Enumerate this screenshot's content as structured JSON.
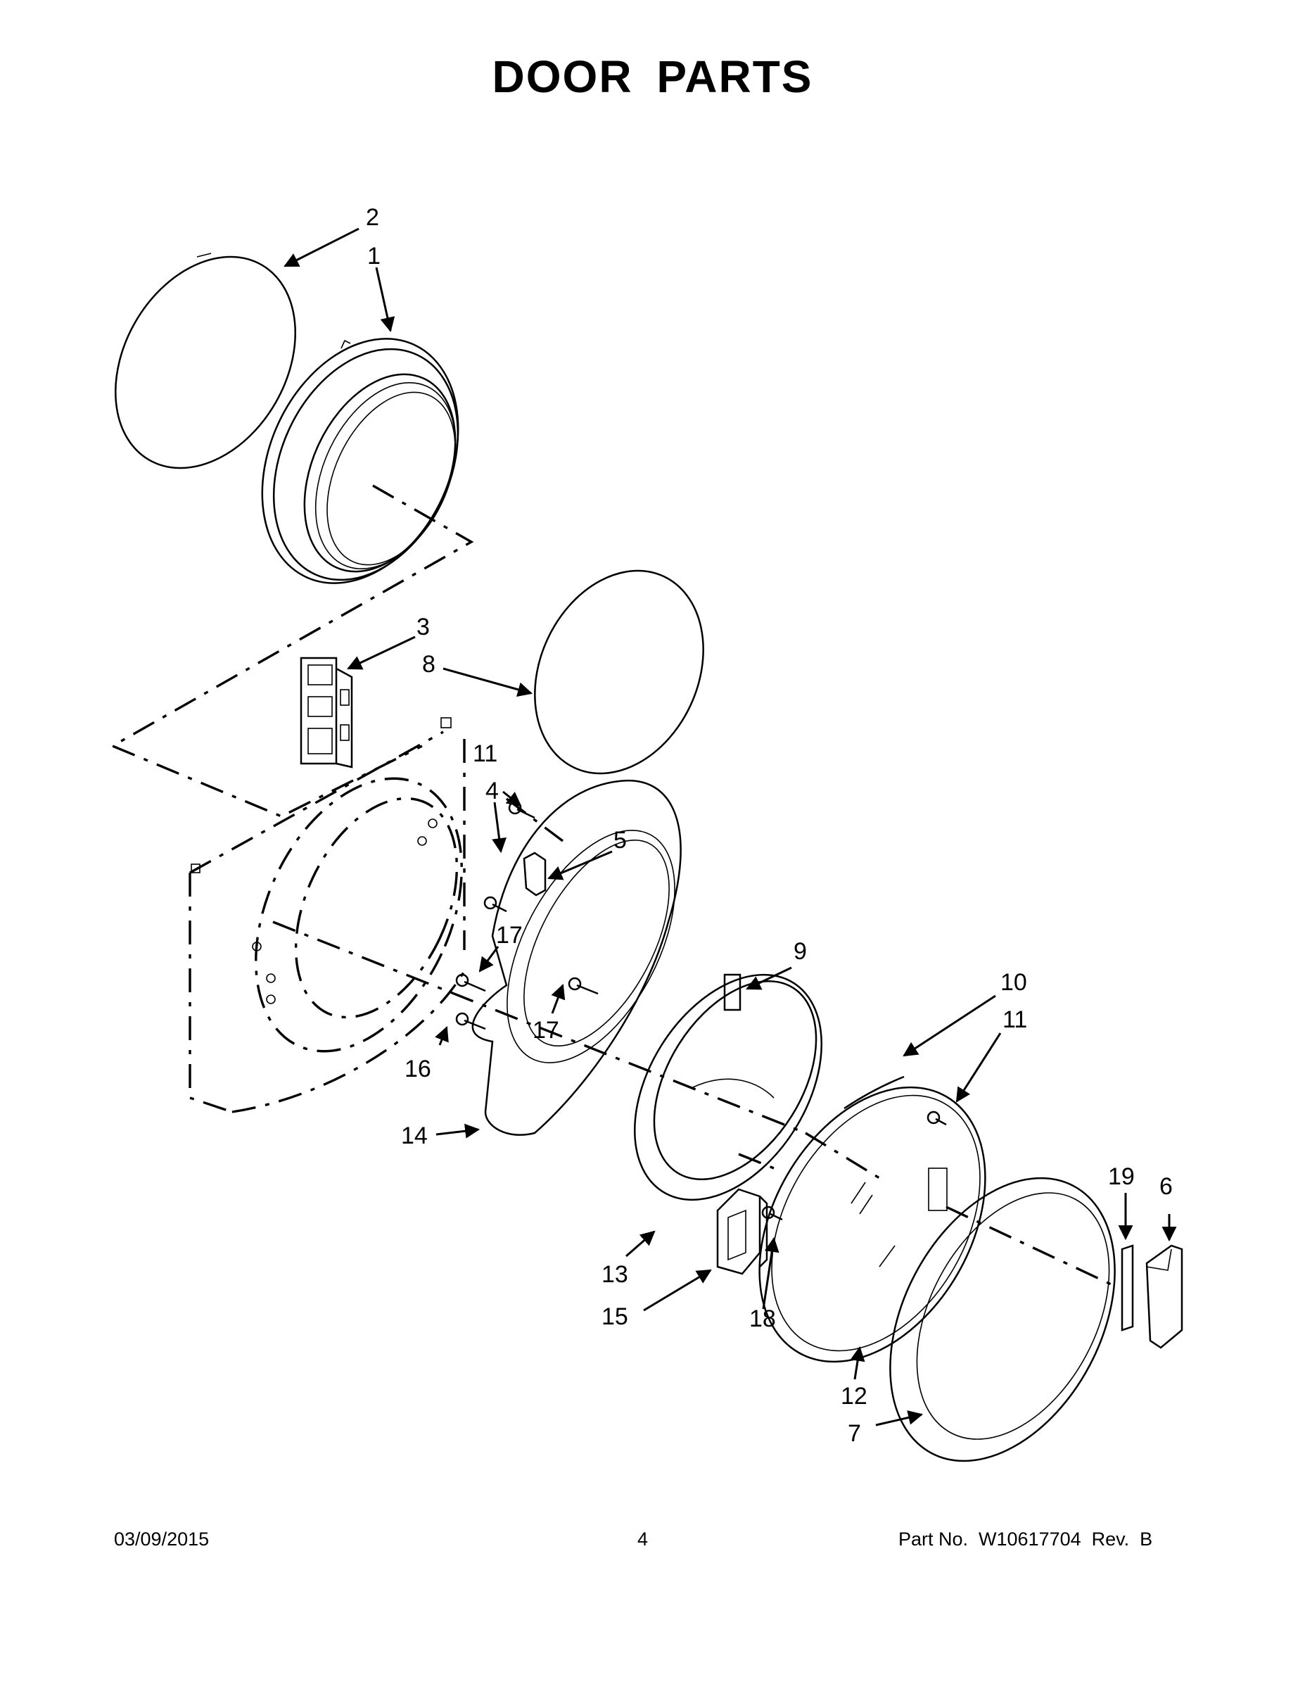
{
  "page": {
    "title": "DOOR PARTS"
  },
  "footer": {
    "date": "03/09/2015",
    "page_number": "4",
    "part_number": "Part No.  W10617704  Rev.  B"
  },
  "callouts": {
    "c1": "1",
    "c2": "2",
    "c3": "3",
    "c4": "4",
    "c5": "5",
    "c6": "6",
    "c7": "7",
    "c8": "8",
    "c9": "9",
    "c10": "10",
    "c11a": "11",
    "c11b": "11",
    "c12": "12",
    "c13": "13",
    "c14": "14",
    "c15": "15",
    "c16": "16",
    "c17a": "17",
    "c17b": "17",
    "c18": "18",
    "c19": "19"
  }
}
